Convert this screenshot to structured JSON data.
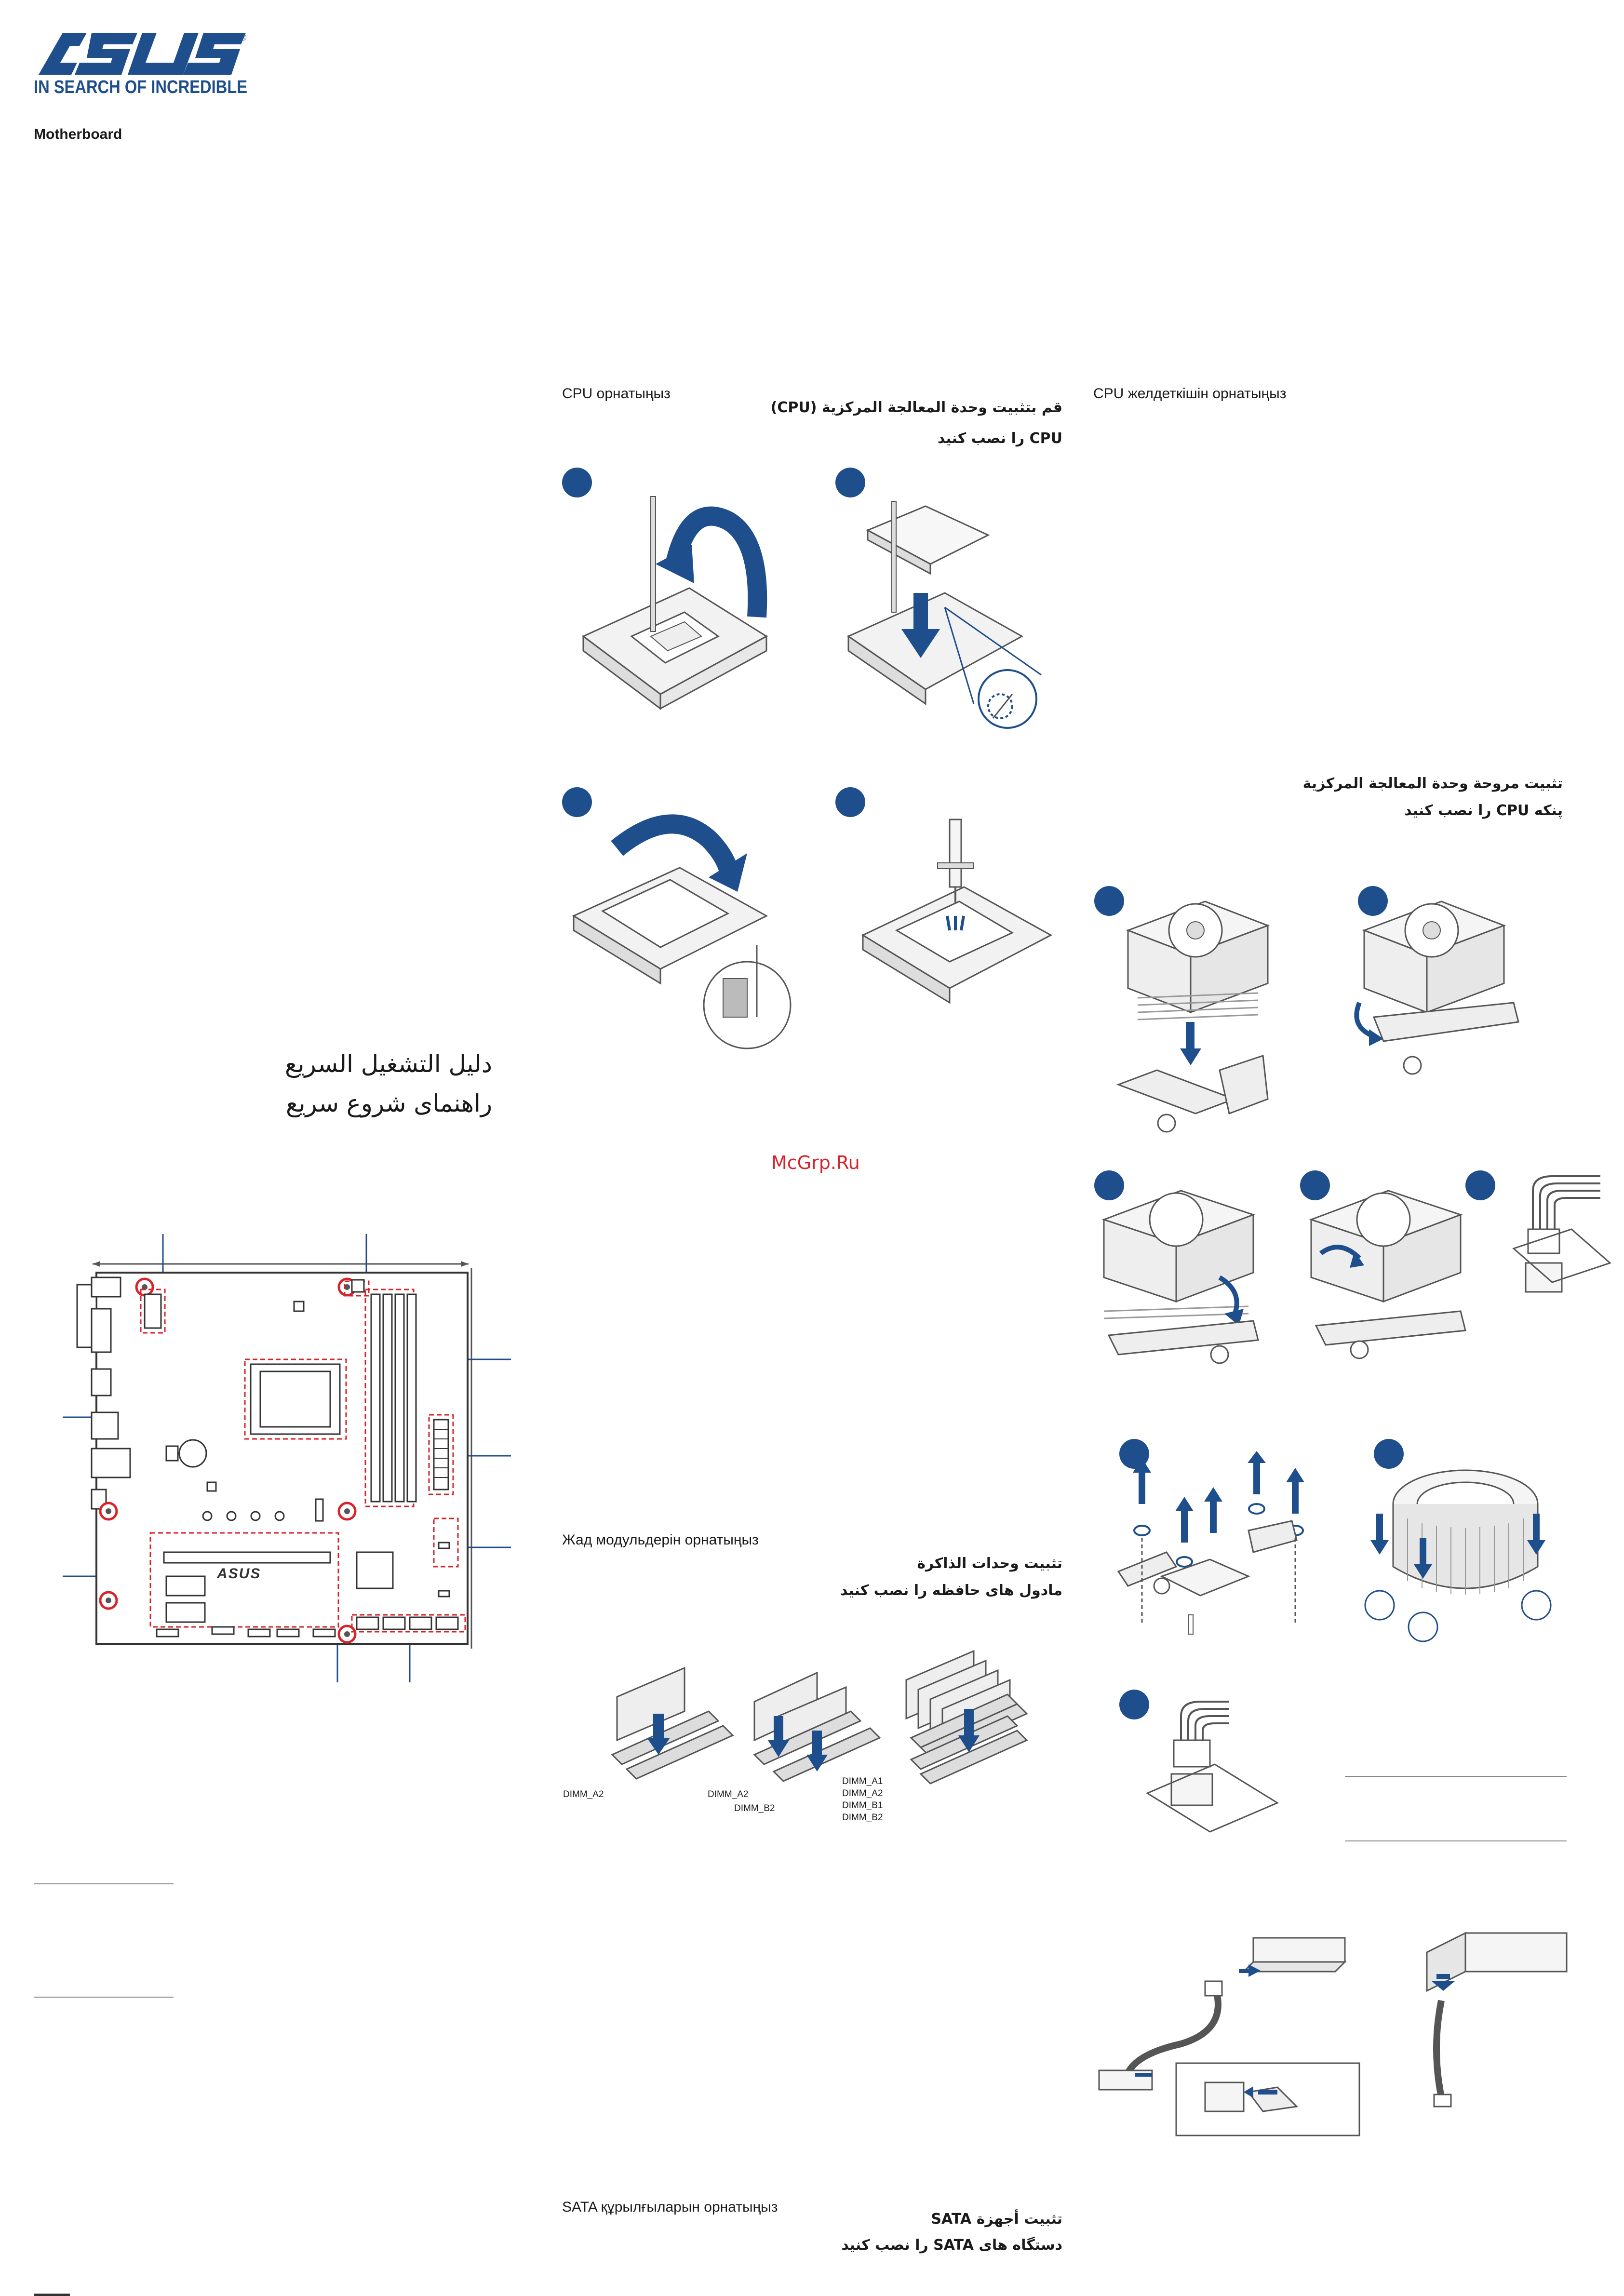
{
  "brand": {
    "logo_text": "ASUS",
    "tagline": "IN SEARCH OF INCREDIBLE",
    "registered": "®",
    "color": "#1f4e8c"
  },
  "product_label": "Motherboard",
  "quick_start": {
    "arabic": "دليل التشغيل السريع",
    "persian": "راهنمای شروع سریع"
  },
  "watermark": "McGrp.Ru",
  "sections": {
    "cpu": {
      "kazakh": "CPU орнатыңыз",
      "arabic": "قم بتثبيت وحدة المعالجة المركزية (CPU)",
      "persian": "CPU را نصب کنید"
    },
    "cooler": {
      "kazakh": "CPU желдеткішін орнатыңыз",
      "arabic": "تثبيت مروحة وحدة المعالجة المركزية",
      "persian": "پنکه CPU را نصب کنید"
    },
    "memory": {
      "kazakh": "Жад модульдерін орнатыңыз",
      "arabic": "تثبيت وحدات الذاكرة",
      "persian": "مادول های حافظه را نصب کنید"
    },
    "sata": {
      "kazakh": "SATA құрылғыларын орнатыңыз",
      "arabic": "تثبيت أجهزة SATA",
      "persian": "دستگاه های SATA را نصب کنید"
    }
  },
  "dimm_labels": {
    "one": [
      "DIMM_A2"
    ],
    "two": [
      "DIMM_A2",
      "DIMM_B2"
    ],
    "four": [
      "DIMM_A1",
      "DIMM_A2",
      "DIMM_B1",
      "DIMM_B2"
    ]
  },
  "board_logo": "ASUS",
  "colors": {
    "accent": "#1f4e8c",
    "highlight": "#d8232a",
    "line": "#555555"
  }
}
